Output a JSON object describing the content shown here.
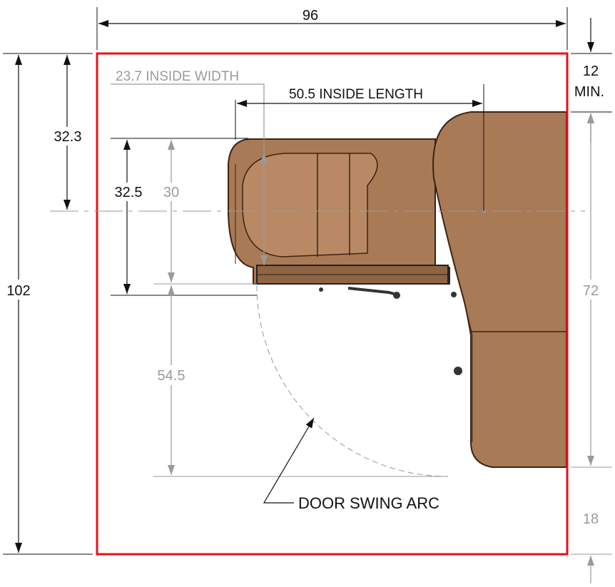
{
  "dimensions": {
    "overall_width": "96",
    "overall_height": "102",
    "clearance_top": "12",
    "clearance_top_suffix": "MIN.",
    "clearance_right_side": "72",
    "clearance_bottom": "18",
    "top_offset": "32.3",
    "tub_depth": "32.5",
    "inside_depth": "30",
    "inside_width_label": "23.7 INSIDE WIDTH",
    "inside_length_label": "50.5 INSIDE LENGTH",
    "door_clearance": "54.5"
  },
  "callouts": {
    "door_swing_arc": "DOOR SWING ARC"
  },
  "colors": {
    "boundary": "#e8101a",
    "tub": "#a97a56",
    "tub_edge": "#3a2414",
    "dimension_dark": "#111111",
    "dimension_gray": "#9a9a9a"
  }
}
